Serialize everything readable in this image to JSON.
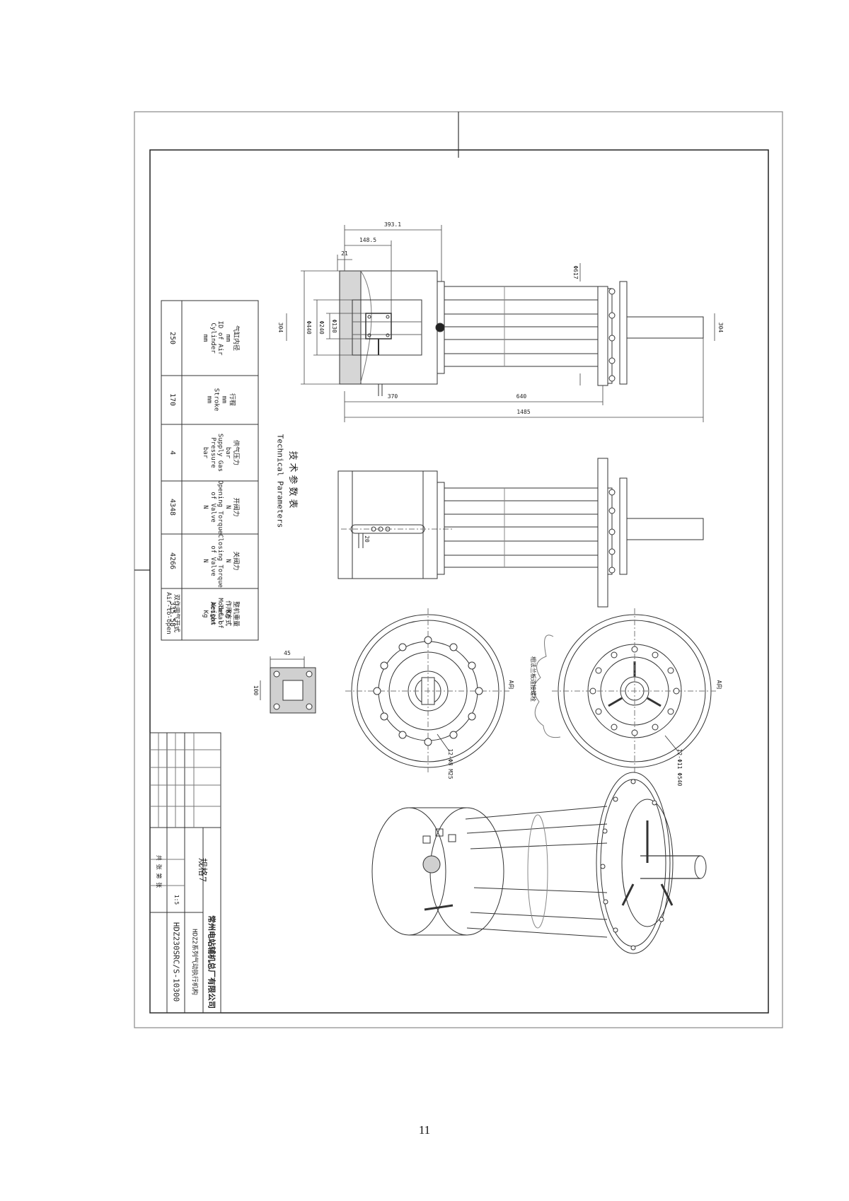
{
  "page_number": "11",
  "tech_params": {
    "title_cn": "技术参数表",
    "title_en": "Technical Parameters",
    "columns": [
      {
        "label": "气缸内径\nmm\nID of Air\nCylinder\nmm",
        "value": "250"
      },
      {
        "label": "行程\nmm\nStroke\nmm",
        "value": "170"
      },
      {
        "label": "供气压力\nbar\nSupply Gas\nPressure\nbar",
        "value": "4"
      },
      {
        "label": "开阀力\nN\nOpening Torque\nof Valve\nN",
        "value": "4348"
      },
      {
        "label": "关阀力\nN\nClosing Torque\nof Valve\nN",
        "value": "4266"
      },
      {
        "label": "整机重量\nKg\nTotal\nWeight\nKg",
        "value": "335.58"
      },
      {
        "label": "作用方式\nModel of\nAction",
        "value": "双作用气开式\nAir-to-open"
      }
    ]
  },
  "dimensions": {
    "d393": "393.1",
    "d148": "148.5",
    "d21": "21",
    "d370": "370",
    "d640": "640",
    "d1485": "1485",
    "d304a": "304",
    "d304b": "304",
    "phi440": "Φ440",
    "phi240": "Φ240",
    "phi130": "Φ130",
    "d20": "20",
    "d45": "45",
    "d100": "100",
    "phi617": "Φ617",
    "bolts_a": "12-Φ8 M25",
    "bolts_b": "12-Φ11 Φ540",
    "view_a": "A向",
    "view_b": "A向",
    "cloud_note": "相法兰板连接螺栓"
  },
  "title_block": {
    "company": "常州电站辅机总厂有限公司",
    "product": "HDZ2系列气动执行机构",
    "drawing_no": "HDZ230SRC/S-10300",
    "spec": "规格7",
    "scale": "1:5",
    "sheet": "共 张 第 张"
  }
}
